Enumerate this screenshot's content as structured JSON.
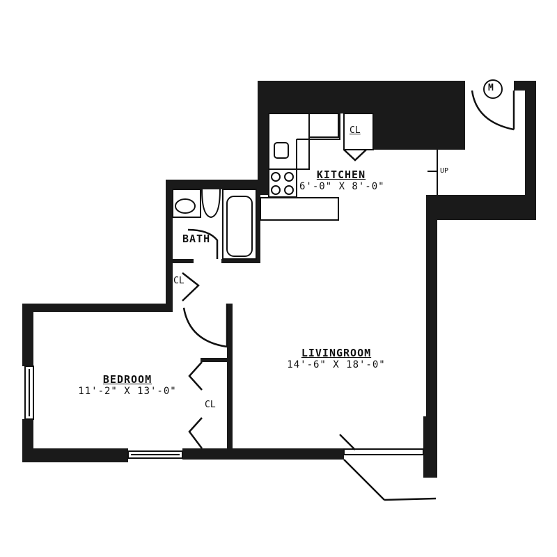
{
  "floorplan": {
    "rooms": [
      {
        "id": "kitchen",
        "name": "KITCHEN",
        "dimensions": "6'-0\" X 8'-0\""
      },
      {
        "id": "livingroom",
        "name": "LIVINGROOM",
        "dimensions": "14'-6\" X 18'-0\""
      },
      {
        "id": "bedroom",
        "name": "BEDROOM",
        "dimensions": "11'-2\" X 13'-0\""
      },
      {
        "id": "bath",
        "name": "BATH",
        "dimensions": ""
      }
    ],
    "closets": {
      "kitchen": "CL",
      "hall": "CL",
      "bedroom": "CL"
    },
    "stair_label": "UP",
    "entry_symbol": "M",
    "colors": {
      "wall": "#1a1a1a",
      "background": "#ffffff",
      "line": "#111111"
    }
  }
}
